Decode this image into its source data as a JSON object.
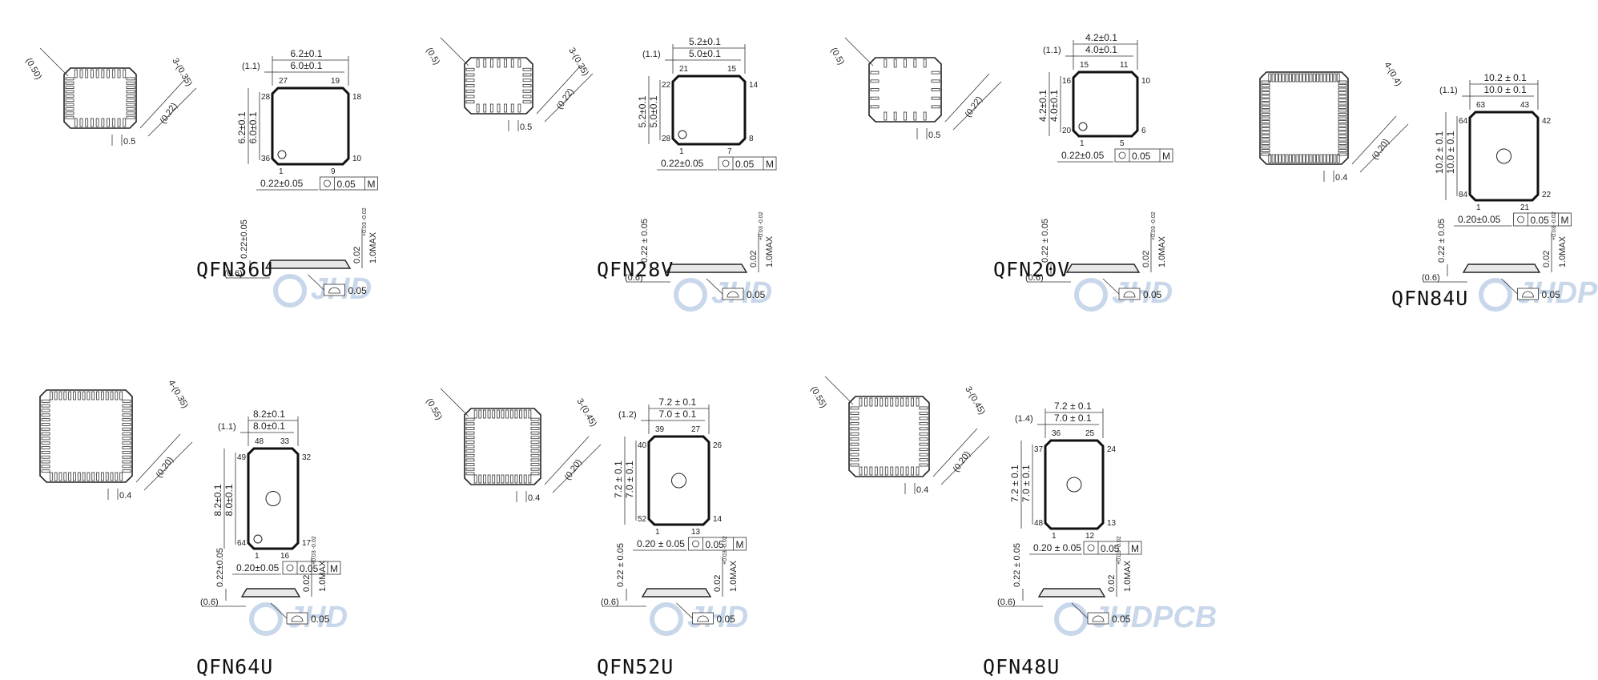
{
  "brand": {
    "wm_short": "JHD",
    "wm_long": "JHDPCB"
  },
  "packages": [
    {
      "title": "QFN36U",
      "side_left": "(0.50)",
      "side_diag": "3-(0.35)",
      "side_diag2": "(0.22)",
      "side_pitch": "0.5",
      "top_outer": "6.2±0.1",
      "top_inner": "6.0±0.1",
      "top_lead": "(1.1)",
      "pin_tl": "27",
      "pin_tr": "19",
      "pin_lt": "28",
      "pin_rt": "18",
      "pin_lb": "36",
      "pin_rb": "10",
      "pin_bl": "1",
      "pin_br": "9",
      "vert_outer": "6.2±0.1",
      "vert_inner": "6.0±0.1",
      "lead_w": "0.22±0.05",
      "tol": "0.05",
      "tol_m": "M",
      "h_lead": "0.22±0.05",
      "h_stand": "0.02",
      "h_tol": "+0.03 -0.02",
      "h_max": "1.0MAX",
      "h_end": "(0.6)",
      "h_flat": "0.05"
    },
    {
      "title": "QFN28V",
      "side_left": "(0.5)",
      "side_diag": "3-(0.35)",
      "side_diag2": "(0.22)",
      "side_pitch": "0.5",
      "top_outer": "5.2±0.1",
      "top_inner": "5.0±0.1",
      "top_lead": "(1.1)",
      "pin_tl": "21",
      "pin_tr": "15",
      "pin_lt": "22",
      "pin_rt": "14",
      "pin_lb": "28",
      "pin_rb": "8",
      "pin_bl": "1",
      "pin_br": "7",
      "vert_outer": "5.2±0.1",
      "vert_inner": "5.0±0.1",
      "lead_w": "0.22±0.05",
      "tol": "0.05",
      "tol_m": "M",
      "h_lead": "0.22 ± 0.05",
      "h_stand": "0.02",
      "h_tol": "+0.03 -0.02",
      "h_max": "1.0MAX",
      "h_end": "(0.6)",
      "h_flat": "0.05"
    },
    {
      "title": "QFN20V",
      "side_left": "(0.5)",
      "side_diag": "",
      "side_diag2": "(0.22)",
      "side_pitch": "0.5",
      "top_outer": "4.2±0.1",
      "top_inner": "4.0±0.1",
      "top_lead": "(1.1)",
      "pin_tl": "15",
      "pin_tr": "11",
      "pin_lt": "16",
      "pin_rt": "10",
      "pin_lb": "20",
      "pin_rb": "6",
      "pin_bl": "1",
      "pin_br": "5",
      "vert_outer": "4.2±0.1",
      "vert_inner": "4.0±0.1",
      "lead_w": "0.22±0.05",
      "tol": "0.05",
      "tol_m": "M",
      "h_lead": "0.22 ± 0.05",
      "h_stand": "0.02",
      "h_tol": "+0.03 -0.02",
      "h_max": "1.0MAX",
      "h_end": "(0.6)",
      "h_flat": "0.05"
    },
    {
      "title": "QFN84U",
      "side_left": "",
      "side_diag": "4-(0.4)",
      "side_diag2": "(0.20)",
      "side_pitch": "0.4",
      "top_outer": "10.2 ± 0.1",
      "top_inner": "10.0 ± 0.1",
      "top_lead": "(1.1)",
      "pin_tl": "63",
      "pin_tr": "43",
      "pin_lt": "64",
      "pin_rt": "42",
      "pin_lb": "84",
      "pin_rb": "22",
      "pin_bl": "1",
      "pin_br": "21",
      "vert_outer": "10.2 ± 0.1",
      "vert_inner": "10.0 ± 0.1",
      "lead_w": "0.20±0.05",
      "tol": "0.05",
      "tol_m": "M",
      "h_lead": "0.22 ± 0.05",
      "h_stand": "0.02",
      "h_tol": "+0.03 -0.02",
      "h_max": "1.0MAX",
      "h_end": "(0.6)",
      "h_flat": "0.05"
    },
    {
      "title": "QFN64U",
      "side_left": "",
      "side_diag": "4-(0.35)",
      "side_diag2": "(0.20)",
      "side_pitch": "0.4",
      "top_outer": "8.2±0.1",
      "top_inner": "8.0±0.1",
      "top_lead": "(1.1)",
      "pin_tl": "48",
      "pin_tr": "33",
      "pin_lt": "49",
      "pin_rt": "32",
      "pin_lb": "64",
      "pin_rb": "17",
      "pin_bl": "1",
      "pin_br": "16",
      "vert_outer": "8.2±0.1",
      "vert_inner": "8.0±0.1",
      "lead_w": "0.20±0.05",
      "tol": "0.05",
      "tol_m": "M",
      "h_lead": "0.22±0.05",
      "h_stand": "0.02",
      "h_tol": "+0.03 -0.02",
      "h_max": "1.0MAX",
      "h_end": "(0.6)",
      "h_flat": "0.05"
    },
    {
      "title": "QFN52U",
      "side_left": "(0.55)",
      "side_diag": "3-(0.45)",
      "side_diag2": "(0.20)",
      "side_pitch": "0.4",
      "top_outer": "7.2 ± 0.1",
      "top_inner": "7.0 ± 0.1",
      "top_lead": "(1.2)",
      "pin_tl": "39",
      "pin_tr": "27",
      "pin_lt": "40",
      "pin_rt": "26",
      "pin_lb": "52",
      "pin_rb": "14",
      "pin_bl": "1",
      "pin_br": "13",
      "vert_outer": "7.2 ± 0.1",
      "vert_inner": "7.0 ± 0.1",
      "lead_w": "0.20 ± 0.05",
      "tol": "0.05",
      "tol_m": "M",
      "h_lead": "0.22 ± 0.05",
      "h_stand": "0.02",
      "h_tol": "+0.03 -0.02",
      "h_max": "1.0MAX",
      "h_end": "(0.6)",
      "h_flat": "0.05"
    },
    {
      "title": "QFN48U",
      "side_left": "(0.55)",
      "side_diag": "3-(0.45)",
      "side_diag2": "(0.20)",
      "side_pitch": "0.4",
      "top_outer": "7.2 ± 0.1",
      "top_inner": "7.0 ± 0.1",
      "top_lead": "(1.4)",
      "pin_tl": "36",
      "pin_tr": "25",
      "pin_lt": "37",
      "pin_rt": "24",
      "pin_lb": "48",
      "pin_rb": "13",
      "pin_bl": "1",
      "pin_br": "12",
      "vert_outer": "7.2 ± 0.1",
      "vert_inner": "7.0 ± 0.1",
      "lead_w": "0.20 ± 0.05",
      "tol": "0.05",
      "tol_m": "M",
      "h_lead": "0.22 ± 0.05",
      "h_stand": "0.02",
      "h_tol": "+0.03 -0.02",
      "h_max": "1.0MAX",
      "h_end": "(0.6)",
      "h_flat": "0.05"
    }
  ]
}
